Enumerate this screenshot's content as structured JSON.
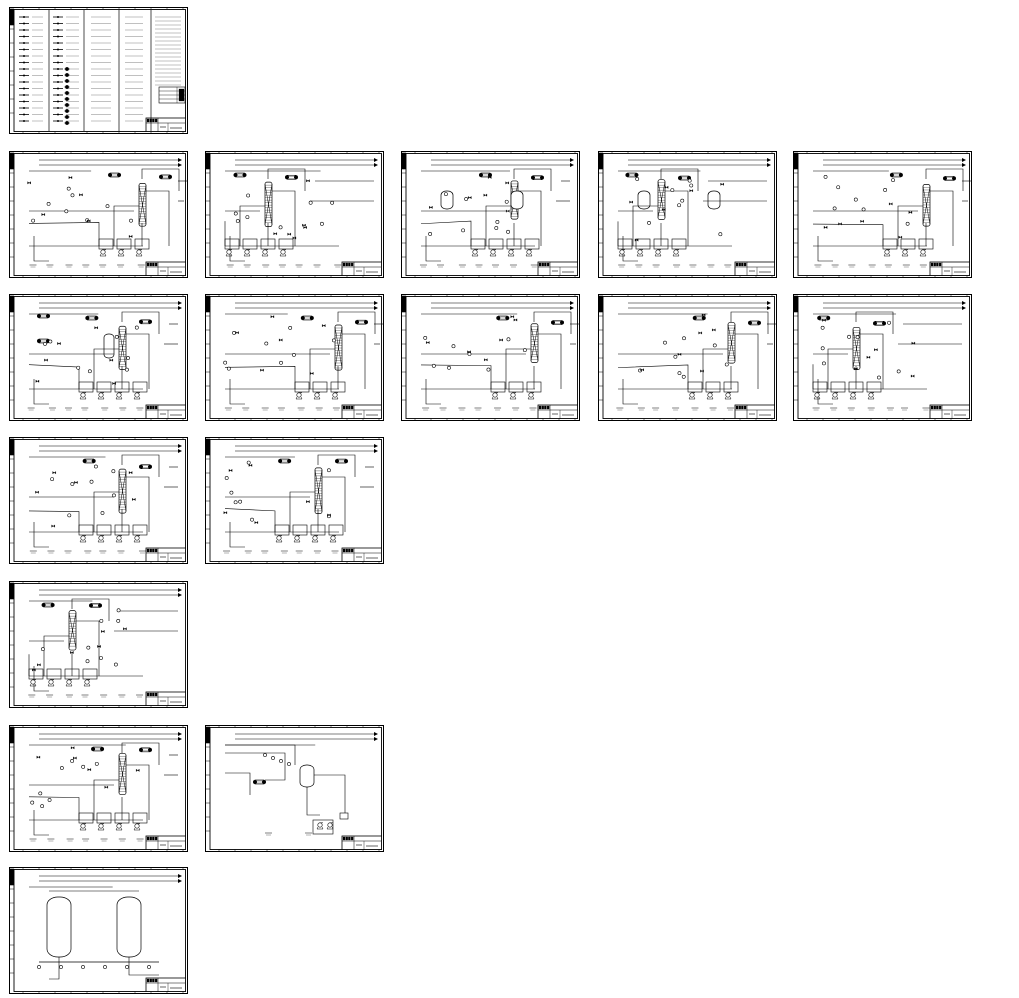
{
  "viewer": {
    "colors": {
      "background": "#ffffff",
      "ink": "#000000",
      "paper": "#ffffff"
    }
  },
  "sheets": [
    {
      "id": "legend",
      "kind": "legend"
    },
    {
      "id": "pid-01",
      "kind": "pid",
      "variant": 1
    },
    {
      "id": "pid-02",
      "kind": "pid",
      "variant": 2
    },
    {
      "id": "pid-03",
      "kind": "pid",
      "variant": 3
    },
    {
      "id": "pid-04",
      "kind": "pid",
      "variant": 4
    },
    {
      "id": "pid-05",
      "kind": "pid",
      "variant": 5
    },
    {
      "id": "pid-06",
      "kind": "pid",
      "variant": 6
    },
    {
      "id": "pid-07",
      "kind": "pid",
      "variant": 7
    },
    {
      "id": "pid-08",
      "kind": "pid",
      "variant": 7
    },
    {
      "id": "pid-09",
      "kind": "pid",
      "variant": 7
    },
    {
      "id": "pid-10",
      "kind": "pid",
      "variant": 8
    },
    {
      "id": "pid-11",
      "kind": "pid",
      "variant": 9
    },
    {
      "id": "pid-12",
      "kind": "pid",
      "variant": 9
    },
    {
      "id": "pid-13",
      "kind": "pid",
      "variant": 10
    },
    {
      "id": "pid-14",
      "kind": "pid",
      "variant": 9
    },
    {
      "id": "pid-15",
      "kind": "pid",
      "variant": 11
    },
    {
      "id": "pid-16",
      "kind": "pid",
      "variant": 12
    }
  ]
}
